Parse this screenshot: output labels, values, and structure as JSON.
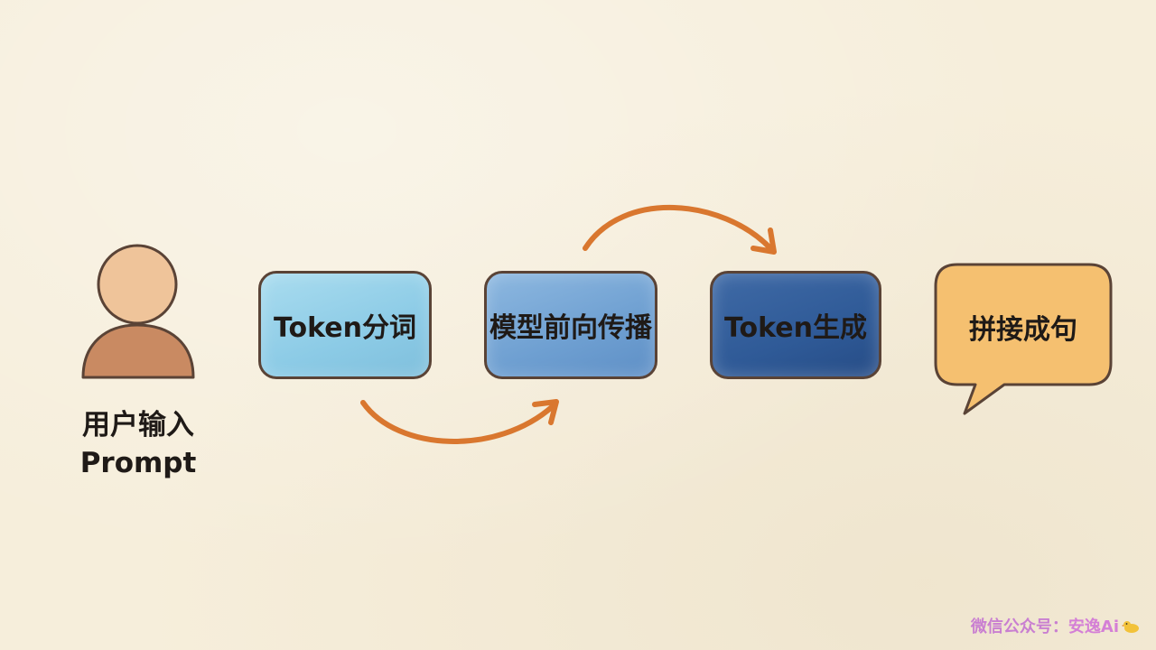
{
  "user": {
    "line1": "用户输入",
    "line2": "Prompt",
    "icon": "person-icon"
  },
  "steps": [
    {
      "label": "Token分词",
      "color": "#8fcde6"
    },
    {
      "label": "模型前向传播",
      "color": "#6f9fd2"
    },
    {
      "label": "Token生成",
      "color": "#2f5a97"
    }
  ],
  "result": {
    "label": "拼接成句",
    "color": "#f5c070",
    "icon": "speech-bubble-icon"
  },
  "arrows": {
    "color": "#d9772f"
  },
  "watermark": {
    "prefix": "微信公众号：",
    "brand": "安逸Ai"
  }
}
